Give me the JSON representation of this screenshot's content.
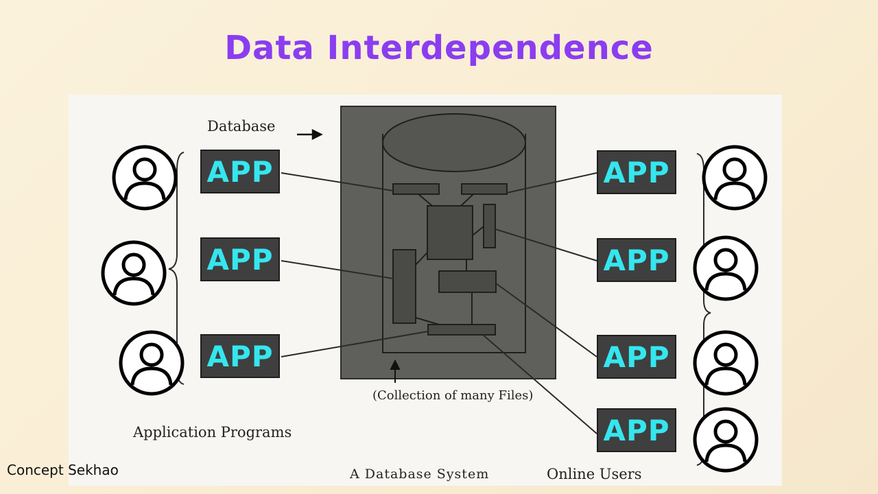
{
  "title": "Data Interdependence",
  "labels": {
    "database": "Database",
    "collection": "(Collection of many Files)",
    "application_programs": "Application Programs",
    "database_system": "A Database System",
    "online_users": "Online Users"
  },
  "app_label": "APP",
  "left_apps": [
    "APP",
    "APP",
    "APP"
  ],
  "right_apps": [
    "APP",
    "APP",
    "APP",
    "APP"
  ],
  "watermark": "Concept Sekhao",
  "colors": {
    "title": "#8b3df0",
    "app_text": "#35e6ee",
    "app_bg": "#3f3f3f",
    "db_bg": "#5f5f5b"
  },
  "icons": [
    "user-icon",
    "arrow-right-icon",
    "arrow-up-icon",
    "brace-icon",
    "database-cylinder-icon"
  ]
}
